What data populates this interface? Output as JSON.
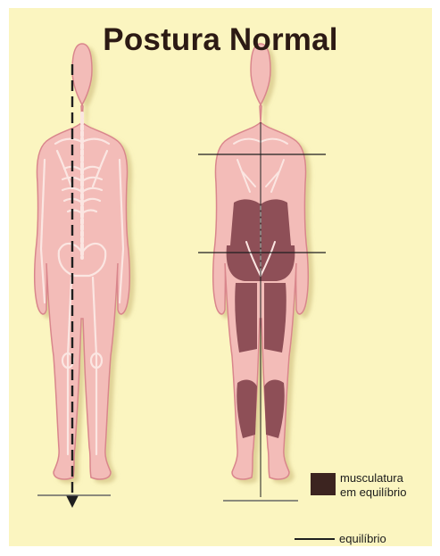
{
  "title": "Postura Normal",
  "legend": {
    "muscle_label_line1": "musculatura",
    "muscle_label_line2": "em equilíbrio",
    "line_label": "equilíbrio"
  },
  "colors": {
    "background": "#fbf5c0",
    "skin": "#f3bcb8",
    "skin_outline": "#d9868c",
    "skeleton": "#fbe6e2",
    "muscle": "#8e4f57",
    "muscle_legend": "#3c2420",
    "line": "#1f1f1f"
  }
}
